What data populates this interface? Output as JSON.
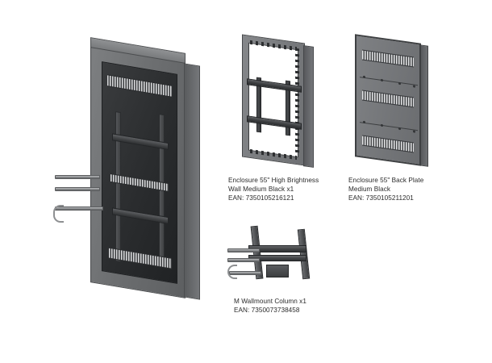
{
  "page": {
    "background_color": "#ffffff",
    "text_color": "#2a2a2a"
  },
  "products": [
    {
      "id": "main-enclosure",
      "icon": "enclosure-perspective-illustration",
      "caption_lines": []
    },
    {
      "id": "high-brightness-wall",
      "icon": "enclosure-wall-frame-illustration",
      "name_line_1": "Enclosure 55\" High Brightness",
      "name_line_2": "Wall Medium Black x1",
      "ean": "EAN: 7350105216121"
    },
    {
      "id": "back-plate",
      "icon": "enclosure-back-plate-illustration",
      "name_line_1": "Enclosure 55\" Back Plate",
      "name_line_2": "Medium Black",
      "ean": "EAN: 7350105211201"
    },
    {
      "id": "wallmount-column",
      "icon": "wallmount-column-illustration",
      "name_line_1": "M Wallmount Column x1",
      "name_line_2": "",
      "ean": "EAN: 7350073738458"
    }
  ]
}
